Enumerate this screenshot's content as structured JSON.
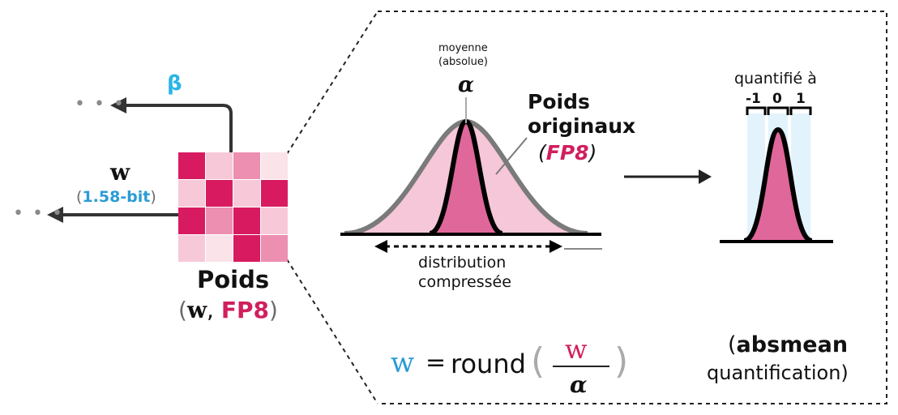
{
  "left": {
    "beta_symbol": "β",
    "arrow_dots_top": "• • •",
    "arrow_dots_mid": "• • •",
    "w_label": "w",
    "bitwidth_open": "(",
    "bitwidth": "1.58-bit",
    "bitwidth_close": ")",
    "weights_title": "Poids",
    "weights_sub_open": "(",
    "weights_sub_w": "w",
    "weights_sub_sep": ", ",
    "weights_sub_fp8": "FP8",
    "weights_sub_close": ")",
    "matrix_cells": [
      [
        "#d81b60",
        "#f7c9d8",
        "#ec8fb0",
        "#fbe3ea"
      ],
      [
        "#f7c9d8",
        "#d81b60",
        "#f7c9d8",
        "#d81b60"
      ],
      [
        "#d81b60",
        "#ec8fb0",
        "#d81b60",
        "#f7c9d8"
      ],
      [
        "#f7c9d8",
        "#fbe3ea",
        "#d81b60",
        "#ec8fb0"
      ]
    ]
  },
  "middle": {
    "mean_line1": "moyenne",
    "mean_line2": "(absolue)",
    "alpha": "α",
    "orig_line1": "Poids",
    "orig_line2": "originaux",
    "orig_fp8_open": "(",
    "orig_fp8": "FP8",
    "orig_fp8_close": ")",
    "dist_line1": "distribution",
    "dist_line2": "compressée"
  },
  "formula": {
    "lhs": "w",
    "eq": "=",
    "func": "round",
    "numerator": "w",
    "denominator": "α",
    "paren_open": "(",
    "paren_close": ")"
  },
  "right": {
    "quantized_label": "quantifié à",
    "levels": [
      "-1",
      "0",
      "1"
    ],
    "method_open": "(",
    "method_bold": "absmean",
    "method_line2": "quantification)"
  },
  "colors": {
    "accent_pink": "#d01f5e",
    "accent_blue": "#2b9bd6",
    "beta_cyan": "#29b6e8",
    "light_pink_fill": "#f6c7d8",
    "mid_pink_fill": "#e0679a",
    "band_blue": "#e3f3fc"
  }
}
